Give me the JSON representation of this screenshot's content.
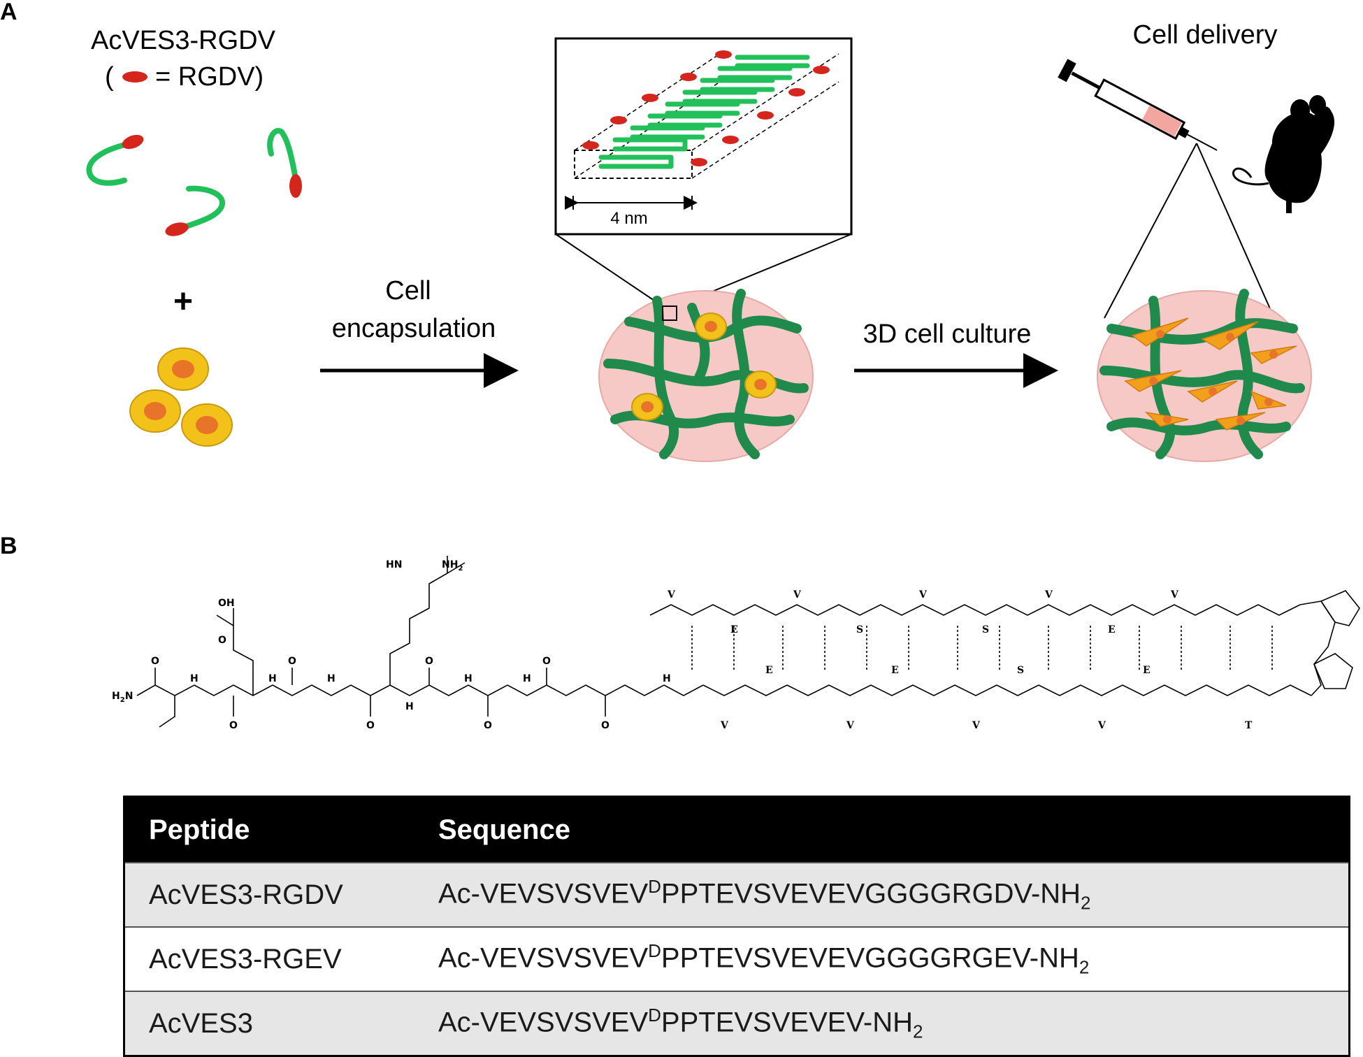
{
  "panel_a": {
    "letter": "A",
    "peptide_name": "AcVES3-RGDV",
    "legend_prefix": "(",
    "legend_suffix": "= RGDV)",
    "plus": "+",
    "arrow1_line1": "Cell",
    "arrow1_line2": "encapsulation",
    "scale_label": "4 nm",
    "arrow2_label": "3D cell culture",
    "delivery_label": "Cell delivery"
  },
  "panel_b": {
    "letter": "B",
    "chem": {
      "oh": "OH",
      "hn": "HN",
      "nh2": "NH",
      "nh2_sub": "2",
      "h2n": "H",
      "h2n_sub": "2",
      "h2n_tail": "N",
      "o": "O",
      "h": "H",
      "n": "N",
      "v": "V",
      "e": "E",
      "s": "S",
      "t": "T"
    }
  },
  "table": {
    "headers": [
      "Peptide",
      "Sequence"
    ],
    "rows": [
      {
        "peptide": "AcVES3-RGDV",
        "seq_a": "Ac-VEVSVSVEV",
        "seq_sup": "D",
        "seq_b": "PPTEVSVEVEVGGGGRGDV-NH",
        "seq_sub": "2"
      },
      {
        "peptide": "AcVES3-RGEV",
        "seq_a": "Ac-VEVSVSVEV",
        "seq_sup": "D",
        "seq_b": "PPTEVSVEVEVGGGGRGEV-NH",
        "seq_sub": "2"
      },
      {
        "peptide": "AcVES3",
        "seq_a": "Ac-VEVSVSVEV",
        "seq_sup": "D",
        "seq_b": "PPTEVSVEVEV-NH",
        "seq_sub": "2"
      }
    ]
  },
  "colors": {
    "peptide_green": "#21c05a",
    "fiber_green": "#1f8a4c",
    "rgdv_red": "#d4261d",
    "cell_yellow": "#f2c21b",
    "cell_orange": "#e8742a",
    "gel_pink": "#f6c9c6"
  }
}
